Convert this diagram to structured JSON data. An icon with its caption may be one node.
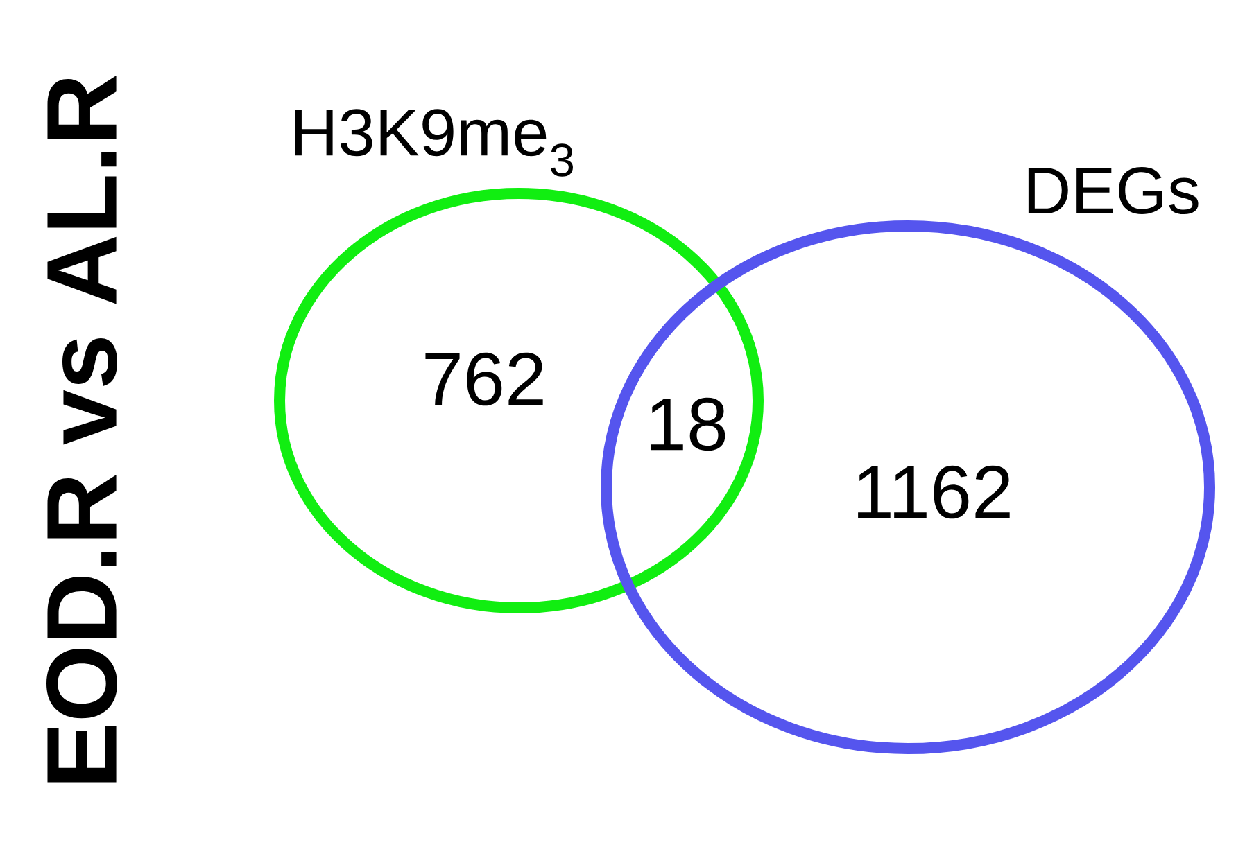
{
  "diagram": {
    "title": "EOD.R vs AL.R",
    "nodes": [
      {
        "text": [
          "H3K9me$_{3}$",
          "762"
        ]
      },
      {
        "text": [
          "DEGs",
          "1162"
        ]
      }
    ],
    "labels": [
      "18"
    ]
  }
}
